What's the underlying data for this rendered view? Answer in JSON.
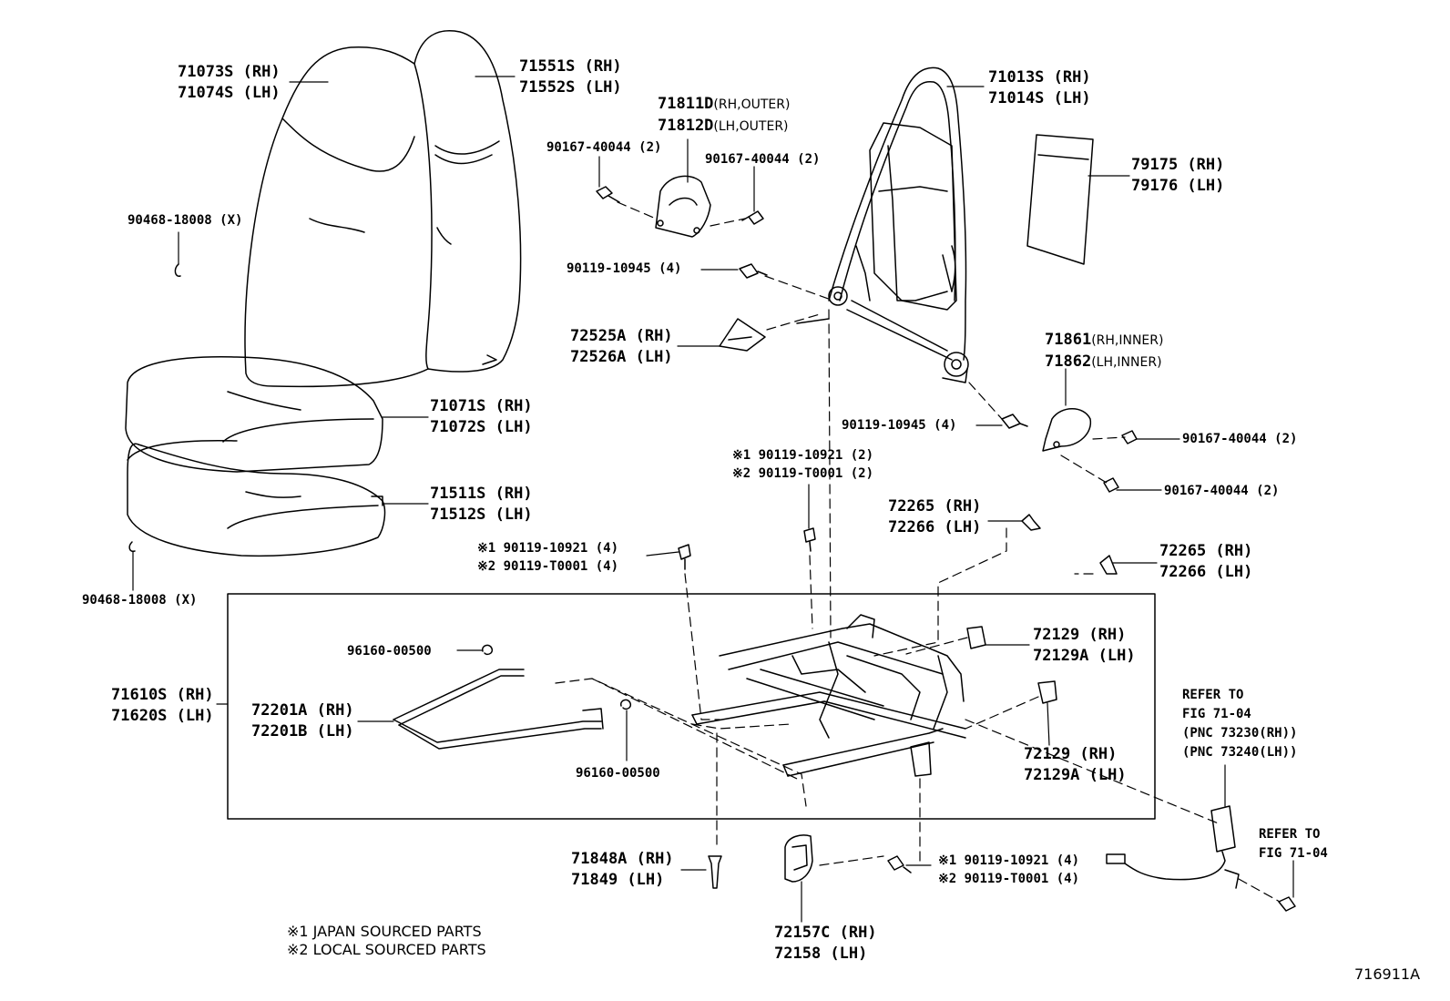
{
  "labels": {
    "seatback_cover": [
      "71073S (RH)",
      "71074S (LH)"
    ],
    "seatback_pad": [
      "71551S (RH)",
      "71552S (LH)"
    ],
    "hog_ring_upper": "90468-18008 (X)",
    "cushion_cover": [
      "71071S (RH)",
      "71072S (LH)"
    ],
    "cushion_pad": [
      "71511S (RH)",
      "71512S (LH)"
    ],
    "hog_ring_lower": "90468-18008 (X)",
    "hinge_cover_outer": [
      {
        "code": "71811D",
        "note": "(RH,OUTER)"
      },
      {
        "code": "71812D",
        "note": "(LH,OUTER)"
      }
    ],
    "screw_outer_left": "90167-40044 (2)",
    "screw_outer_right": "90167-40044 (2)",
    "bolt_upper": "90119-10945 (4)",
    "reclining_knob": [
      "72525A (RH)",
      "72526A (LH)"
    ],
    "seatback_frame": [
      "71013S (RH)",
      "71014S (LH)"
    ],
    "board": [
      "79175 (RH)",
      "79176 (LH)"
    ],
    "hinge_cover_inner": [
      {
        "code": "71861",
        "note": "(RH,INNER)"
      },
      {
        "code": "71862",
        "note": "(LH,INNER)"
      }
    ],
    "bolt_lower": "90119-10945 (4)",
    "screw_inner_1": "90167-40044 (2)",
    "screw_inner_2": "90167-40044 (2)",
    "bolt_center": [
      "※1 90119-10921 (2)",
      "※2 90119-T0001 (2)"
    ],
    "clip_a": [
      "72265 (RH)",
      "72266 (LH)"
    ],
    "clip_b": [
      "72265 (RH)",
      "72266 (LH)"
    ],
    "bolt_left": [
      "※1 90119-10921 (4)",
      "※2 90119-T0001 (4)"
    ],
    "adjuster_assy": [
      "71610S (RH)",
      "71620S (LH)"
    ],
    "ring_1": "96160-00500",
    "ring_2": "96160-00500",
    "lever": [
      "72201A (RH)",
      "72201B (LH)"
    ],
    "cover_a": [
      "72129 (RH)",
      "72129A (LH)"
    ],
    "cover_b": [
      "72129 (RH)",
      "72129A (LH)"
    ],
    "refer_1": [
      "REFER TO",
      "FIG 71-04",
      "(PNC 73230(RH))",
      "(PNC 73240(LH))"
    ],
    "refer_2": [
      "REFER TO",
      "FIG 71-04"
    ],
    "pin": [
      "71848A (RH)",
      "71849 (LH)"
    ],
    "rail_cover": [
      "72157C (RH)",
      "72158 (LH)"
    ],
    "bolt_bottom": [
      "※1 90119-10921 (4)",
      "※2 90119-T0001 (4)"
    ]
  },
  "notes": [
    "※1 JAPAN SOURCED PARTS",
    "※2 LOCAL SOURCED PARTS"
  ],
  "figure_id": "716911A"
}
